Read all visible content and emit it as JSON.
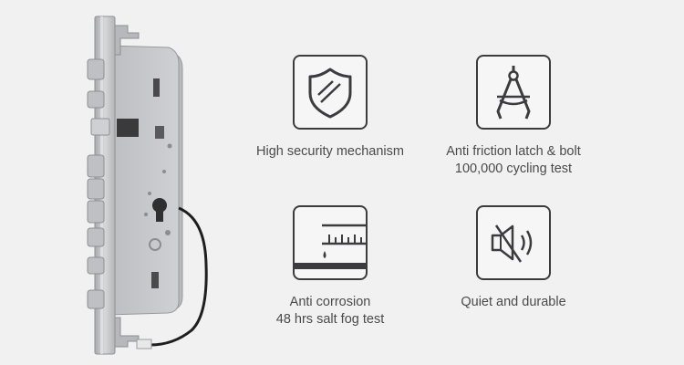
{
  "features": [
    {
      "id": "security",
      "icon": "shield-icon",
      "lines": [
        "High security mechanism"
      ]
    },
    {
      "id": "friction",
      "icon": "compass-icon",
      "lines": [
        "Anti friction latch & bolt",
        "100,000 cycling test"
      ]
    },
    {
      "id": "corrosion",
      "icon": "salt-fog-gauge-icon",
      "lines": [
        "Anti corrosion",
        "48 hrs salt fog test"
      ]
    },
    {
      "id": "quiet",
      "icon": "mute-speaker-icon",
      "lines": [
        "Quiet and durable"
      ]
    }
  ],
  "colors": {
    "icon_stroke": "#3c3c3e",
    "text": "#4a4a4a",
    "background": "#f1f1f2",
    "steel": "#c8c9cc"
  }
}
